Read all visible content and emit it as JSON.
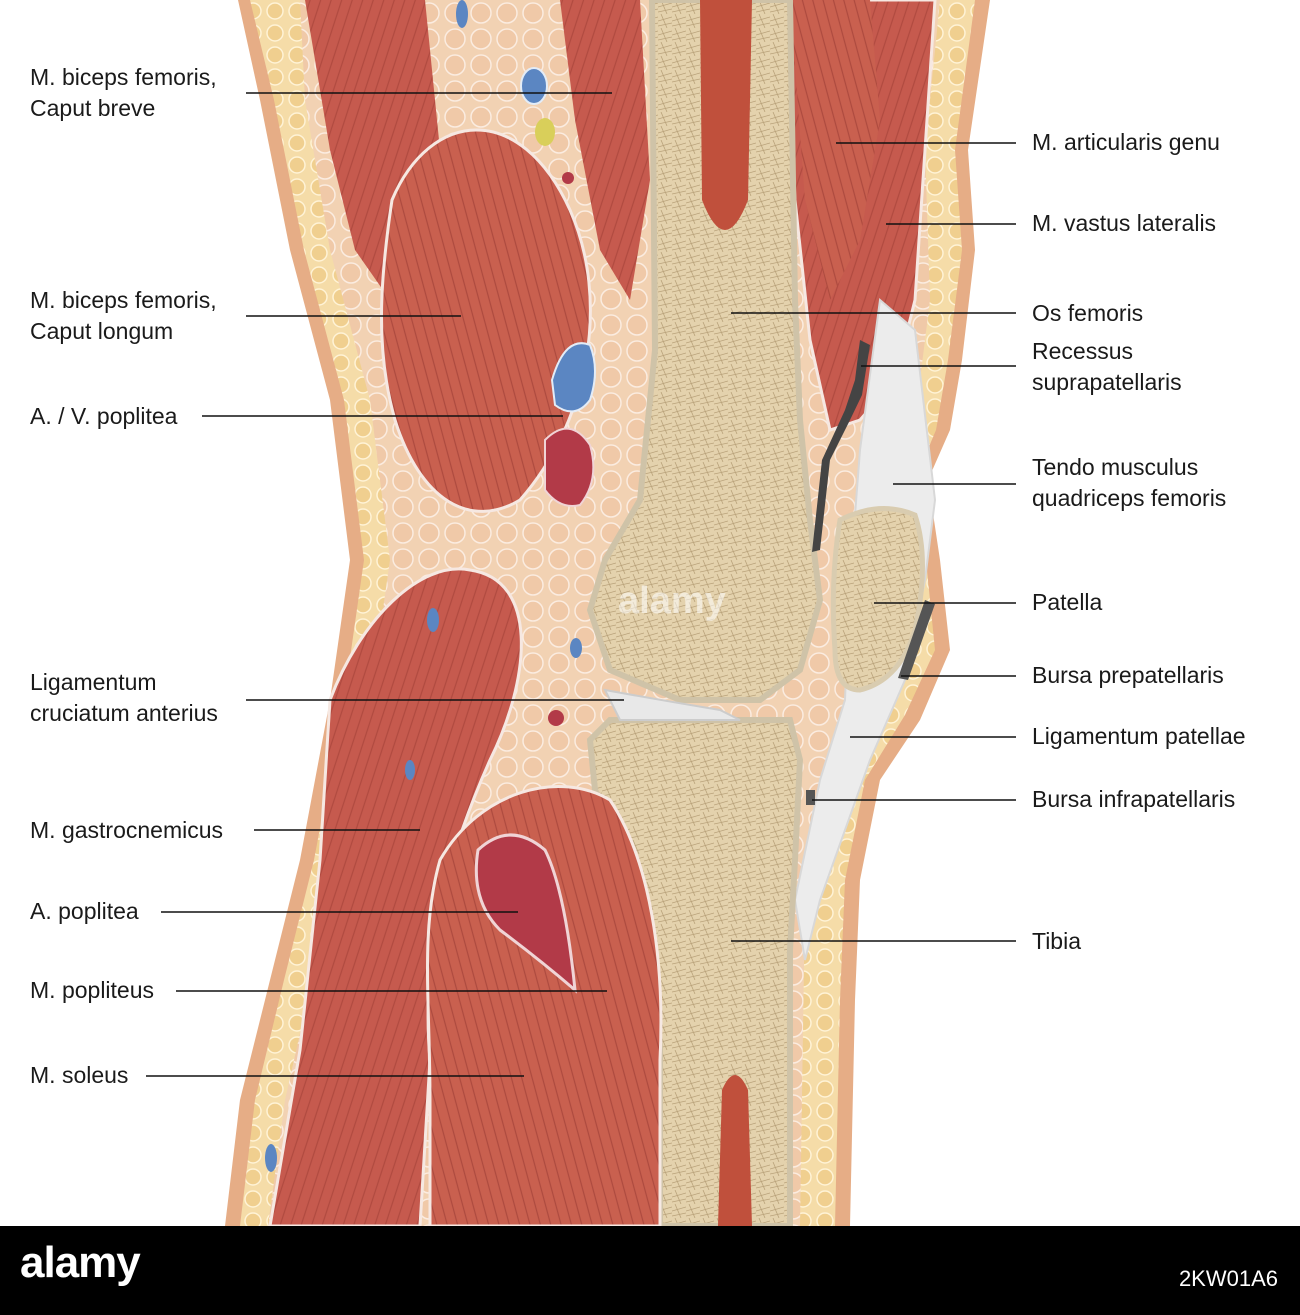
{
  "labels_left": [
    {
      "id": "biceps-brevis",
      "lines": [
        "M. biceps femoris,",
        "Caput breve"
      ]
    },
    {
      "id": "biceps-longum",
      "lines": [
        "M. biceps femoris,",
        "Caput longum"
      ]
    },
    {
      "id": "av-poplitea",
      "lines": [
        "A. / V. poplitea"
      ]
    },
    {
      "id": "lig-cruciatum",
      "lines": [
        "Ligamentum",
        "cruciatum anterius"
      ]
    },
    {
      "id": "gastrocnemicus",
      "lines": [
        "M. gastrocnemicus"
      ]
    },
    {
      "id": "a-poplitea",
      "lines": [
        "A. poplitea"
      ]
    },
    {
      "id": "popliteus",
      "lines": [
        "M. popliteus"
      ]
    },
    {
      "id": "soleus",
      "lines": [
        "M. soleus"
      ]
    }
  ],
  "labels_right": [
    {
      "id": "articularis",
      "lines": [
        "M. articularis genu"
      ]
    },
    {
      "id": "vastus",
      "lines": [
        "M. vastus lateralis"
      ]
    },
    {
      "id": "os-femoris",
      "lines": [
        "Os femoris"
      ]
    },
    {
      "id": "recessus",
      "lines": [
        "Recessus",
        "suprapatellaris"
      ]
    },
    {
      "id": "tendo",
      "lines": [
        "Tendo musculus",
        "quadriceps femoris"
      ]
    },
    {
      "id": "patella",
      "lines": [
        "Patella"
      ]
    },
    {
      "id": "bursa-pre",
      "lines": [
        "Bursa prepatellaris"
      ]
    },
    {
      "id": "lig-patellae",
      "lines": [
        "Ligamentum patellae"
      ]
    },
    {
      "id": "bursa-infra",
      "lines": [
        "Bursa infrapatellaris"
      ]
    },
    {
      "id": "tibia",
      "lines": [
        "Tibia"
      ]
    }
  ],
  "footer": {
    "brand": "alamy",
    "image_id": "2KW01A6"
  },
  "watermark": "alamy",
  "colors": {
    "muscle": "#c65a4e",
    "fat": "#f3d6a1",
    "bone": "#e2cfa8",
    "marrow": "#c0503c",
    "vein": "#5b86c2",
    "artery": "#b23a48",
    "tendon": "#eeeeee",
    "skin": "#e8b08a"
  }
}
